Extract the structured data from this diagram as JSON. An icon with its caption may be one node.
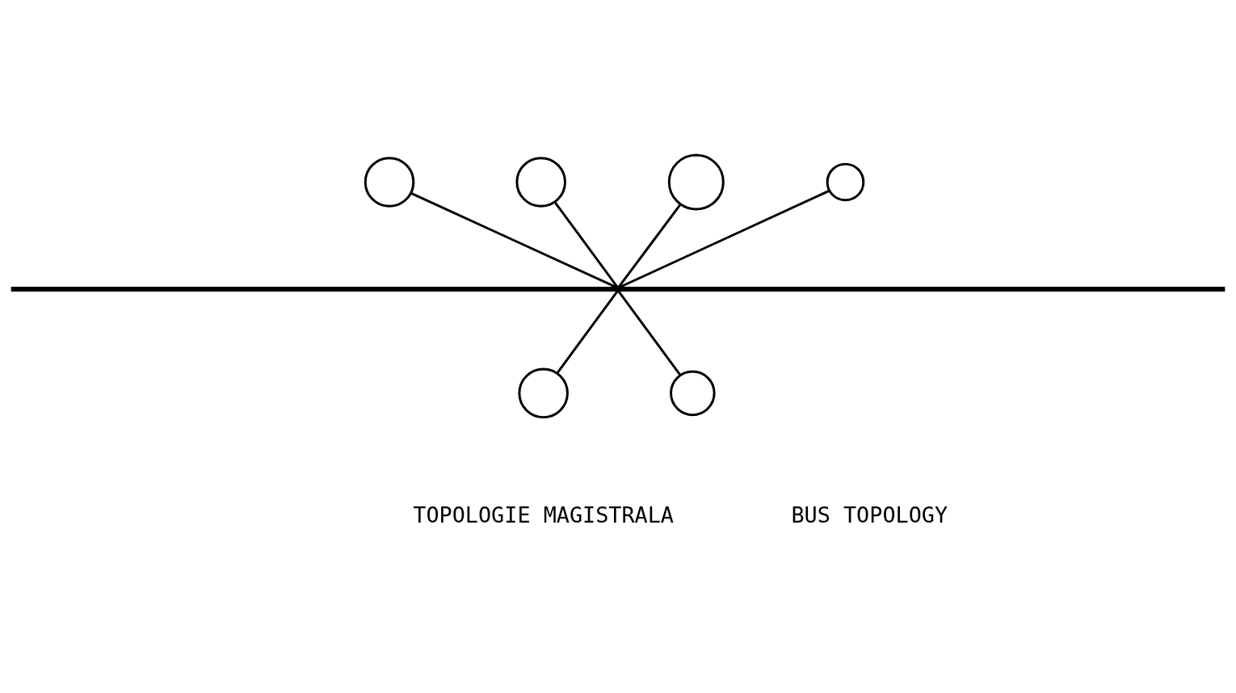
{
  "diagram": {
    "nodes": [
      {
        "text": [],
        "shape": "bar"
      },
      {
        "text": [],
        "shape": "circle"
      },
      {
        "text": [],
        "shape": "circle"
      },
      {
        "text": [],
        "shape": "circle"
      },
      {
        "text": [],
        "shape": "circle"
      },
      {
        "text": [],
        "shape": "circle"
      },
      {
        "text": [],
        "shape": "circle"
      }
    ],
    "edges": [
      {
        "from": 1,
        "to": 0,
        "arrow": "none"
      },
      {
        "from": 0,
        "to": 2,
        "arrow": "none"
      },
      {
        "from": 3,
        "to": 0,
        "arrow": "none"
      },
      {
        "from": 4,
        "to": 0,
        "arrow": "none"
      },
      {
        "from": 0,
        "to": 5,
        "arrow": "none"
      },
      {
        "from": 6,
        "to": 0,
        "arrow": "none"
      }
    ],
    "labels": [
      "TOPOLOGIE MAGISTRALA",
      "BUS TOPOLOGY"
    ]
  }
}
